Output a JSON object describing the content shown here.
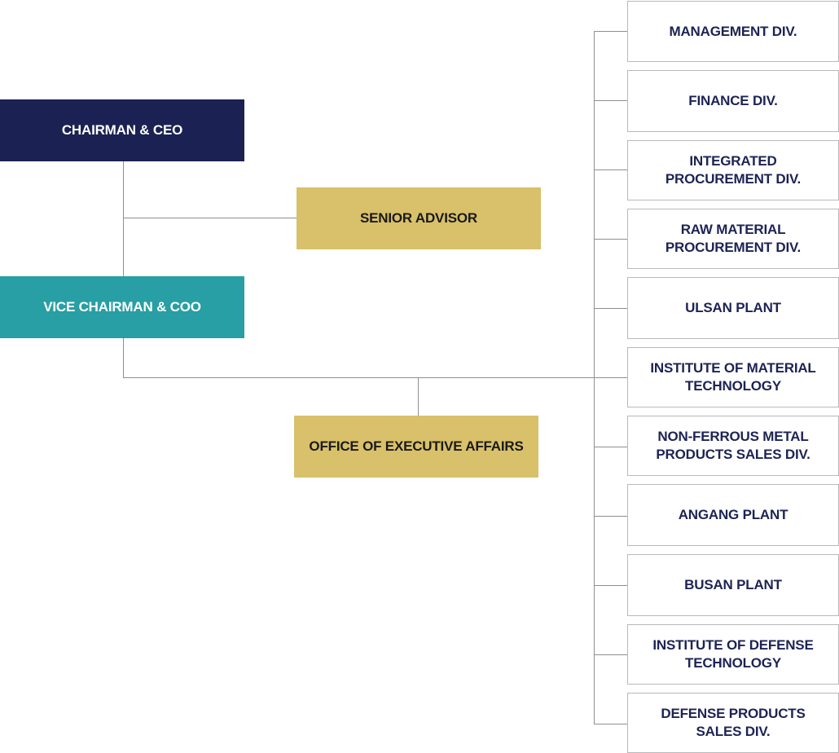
{
  "chart": {
    "chairman": "CHAIRMAN & CEO",
    "vice_chairman": "VICE CHAIRMAN & COO",
    "senior_advisor": "SENIOR ADVISOR",
    "executive_affairs": "OFFICE OF EXECUTIVE AFFAIRS",
    "divisions": [
      "MANAGEMENT DIV.",
      "FINANCE DIV.",
      "INTEGRATED\nPROCUREMENT DIV.",
      "RAW MATERIAL\nPROCUREMENT DIV.",
      "ULSAN PLANT",
      "INSTITUTE OF MATERIAL\nTECHNOLOGY",
      "NON-FERROUS METAL\nPRODUCTS SALES DIV.",
      "ANGANG PLANT",
      "BUSAN PLANT",
      "INSTITUTE OF DEFENSE\nTECHNOLOGY",
      "DEFENSE PRODUCTS\nSALES DIV."
    ]
  },
  "colors": {
    "chairman": "#1b2152",
    "vice_chairman": "#279fa4",
    "advisor": "#d9c06a",
    "division_text": "#1d2354",
    "line": "#8f8f94"
  }
}
